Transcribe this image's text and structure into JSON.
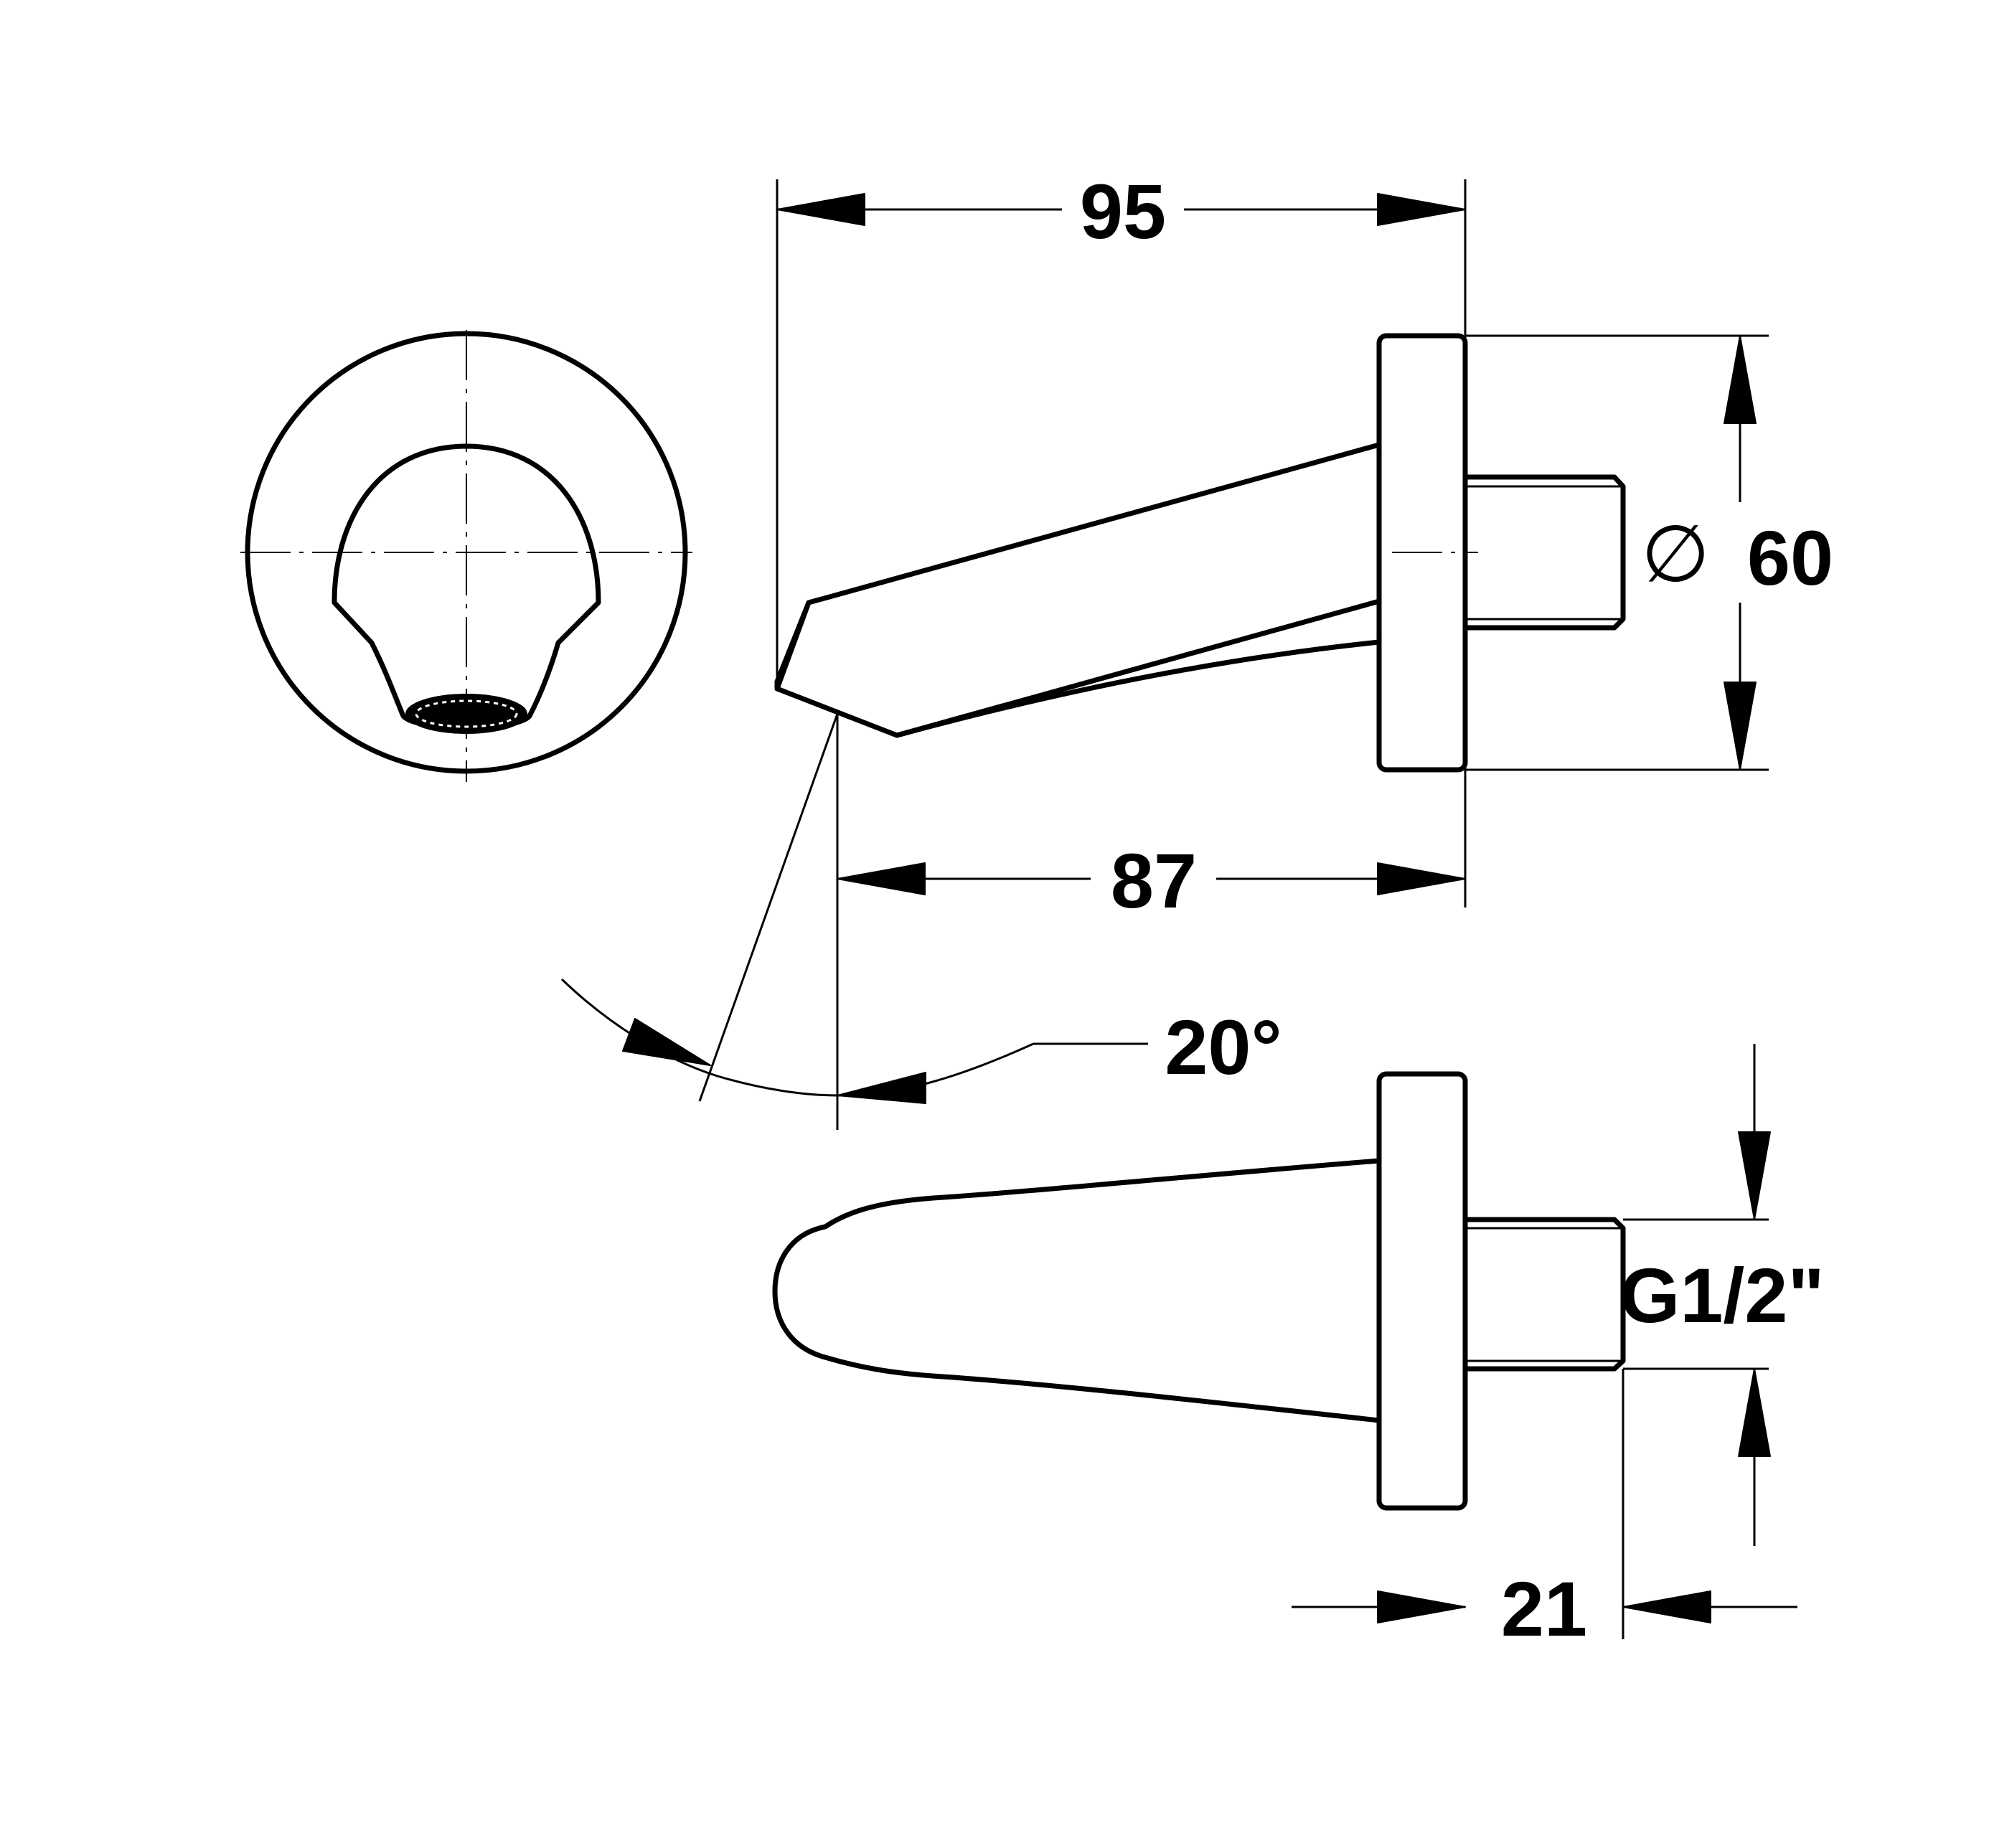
{
  "drawing": {
    "dimensions": {
      "overall_length": "95",
      "spout_reach": "87",
      "flange_diameter_symbol": "∅",
      "flange_diameter": "60",
      "outlet_angle": "20°",
      "thread": "G1/2\"",
      "thread_length": "21"
    }
  }
}
